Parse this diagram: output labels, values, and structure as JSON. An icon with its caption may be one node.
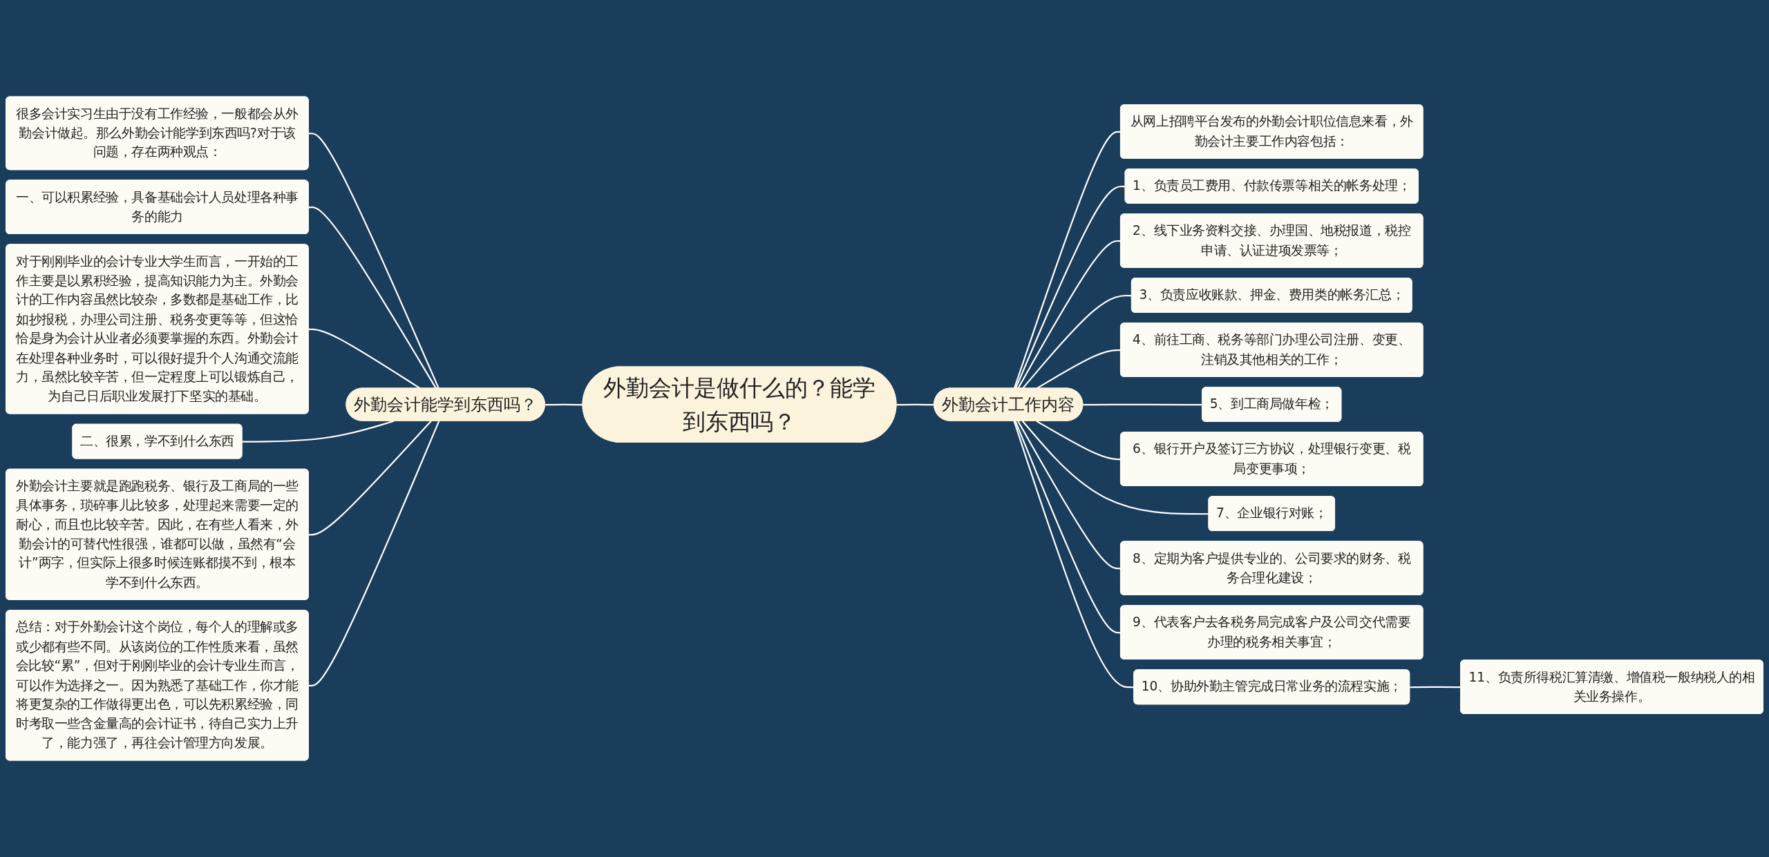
{
  "diagram": {
    "nodes": [
      {
        "text": [
          "外勤会计是做什么的？能学到东西吗？"
        ]
      },
      {
        "text": [
          "外勤会计能学到东西吗？"
        ]
      },
      {
        "text": [
          "很多会计实习生由于没有工作经验，一般都会从外勤会计做起。那么外勤会计能学到东西吗?对于该问题，存在两种观点："
        ]
      },
      {
        "text": [
          "一、可以积累经验，具备基础会计人员处理各种事务的能力"
        ]
      },
      {
        "text": [
          "对于刚刚毕业的会计专业大学生而言，一开始的工作主要是以累积经验，提高知识能力为主。外勤会计的工作内容虽然比较杂，多数都是基础工作，比如抄报税，办理公司注册、税务变更等等，但这恰恰是身为会计从业者必须要掌握的东西。外勤会计在处理各种业务时，可以很好提升个人沟通交流能力，虽然比较辛苦，但一定程度上可以锻炼自己，为自己日后职业发展打下坚实的基础。"
        ]
      },
      {
        "text": [
          "二、很累，学不到什么东西"
        ]
      },
      {
        "text": [
          "外勤会计主要就是跑跑税务、银行及工商局的一些具体事务，琐碎事儿比较多，处理起来需要一定的耐心，而且也比较辛苦。因此，在有些人看来，外勤会计的可替代性很强，谁都可以做，虽然有“会计”两字，但实际上很多时候连账都摸不到，根本学不到什么东西。"
        ]
      },
      {
        "text": [
          "总结：对于外勤会计这个岗位，每个人的理解或多或少都有些不同。从该岗位的工作性质来看，虽然会比较“累”，但对于刚刚毕业的会计专业生而言，可以作为选择之一。因为熟悉了基础工作，你才能将更复杂的工作做得更出色，可以先积累经验，同时考取一些含金量高的会计证书，待自己实力上升了，能力强了，再往会计管理方向发展。"
        ]
      },
      {
        "text": [
          "外勤会计工作内容"
        ]
      },
      {
        "text": [
          "从网上招聘平台发布的外勤会计职位信息来看，外勤会计主要工作内容包括："
        ]
      },
      {
        "text": [
          "1、负责员工费用、付款传票等相关的帐务处理；"
        ]
      },
      {
        "text": [
          "2、线下业务资料交接、办理国、地税报道，税控申请、认证进项发票等；"
        ]
      },
      {
        "text": [
          "3、负责应收账款、押金、费用类的帐务汇总；"
        ]
      },
      {
        "text": [
          "4、前往工商、税务等部门办理公司注册、变更、注销及其他相关的工作；"
        ]
      },
      {
        "text": [
          "5、到工商局做年检；"
        ]
      },
      {
        "text": [
          "6、银行开户及签订三方协议，处理银行变更、税局变更事项；"
        ]
      },
      {
        "text": [
          "7、企业银行对账；"
        ]
      },
      {
        "text": [
          "8、定期为客户提供专业的、公司要求的财务、税务合理化建设；"
        ]
      },
      {
        "text": [
          "9、代表客户去各税务局完成客户及公司交代需要办理的税务相关事宜；"
        ]
      },
      {
        "text": [
          "10、协助外勤主管完成日常业务的流程实施；"
        ]
      },
      {
        "text": [
          "11、负责所得税汇算清缴、增值税一般纳税人的相关业务操作。"
        ]
      }
    ],
    "edges": [
      {
        "from": 0,
        "to": 1,
        "arrow": "none"
      },
      {
        "from": 1,
        "to": 2,
        "arrow": "none"
      },
      {
        "from": 1,
        "to": 3,
        "arrow": "none"
      },
      {
        "from": 1,
        "to": 4,
        "arrow": "none"
      },
      {
        "from": 1,
        "to": 5,
        "arrow": "none"
      },
      {
        "from": 1,
        "to": 6,
        "arrow": "none"
      },
      {
        "from": 1,
        "to": 7,
        "arrow": "none"
      },
      {
        "from": 0,
        "to": 8,
        "arrow": "none"
      },
      {
        "from": 8,
        "to": 9,
        "arrow": "none"
      },
      {
        "from": 8,
        "to": 10,
        "arrow": "none"
      },
      {
        "from": 8,
        "to": 11,
        "arrow": "none"
      },
      {
        "from": 8,
        "to": 12,
        "arrow": "none"
      },
      {
        "from": 8,
        "to": 13,
        "arrow": "none"
      },
      {
        "from": 8,
        "to": 14,
        "arrow": "none"
      },
      {
        "from": 8,
        "to": 15,
        "arrow": "none"
      },
      {
        "from": 8,
        "to": 16,
        "arrow": "none"
      },
      {
        "from": 8,
        "to": 17,
        "arrow": "none"
      },
      {
        "from": 8,
        "to": 18,
        "arrow": "none"
      },
      {
        "from": 8,
        "to": 19,
        "arrow": "none"
      },
      {
        "from": 19,
        "to": 20,
        "arrow": "none"
      }
    ]
  }
}
